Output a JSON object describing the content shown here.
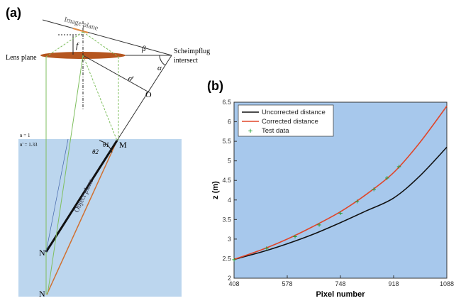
{
  "panel_a": {
    "label": "(a)",
    "image_plane": "Image plane",
    "lens_plane": "Lens plane",
    "scheimpflug_1": "Scheimpflug",
    "scheimpflug_2": "intersect",
    "f": "f",
    "beta": "β",
    "alpha": "α",
    "d": "d",
    "O": "O",
    "M": "M",
    "N_prime": "N'",
    "N": "N",
    "n_air": "n = 1",
    "n_water": "n' = 1.33",
    "theta1": "θ1",
    "theta2": "θ2",
    "object_plane": "Object plane",
    "colors": {
      "water": "#bcd6ee",
      "lens": "#b5561f",
      "ray": "#7fbf5f",
      "object": "#d07030"
    }
  },
  "panel_b": {
    "label": "(b)"
  },
  "chart_data": {
    "type": "line",
    "xlabel": "Pixel number",
    "ylabel": "z (m)",
    "xlim": [
      408,
      1088
    ],
    "ylim": [
      2,
      6.5
    ],
    "xticks": [
      408,
      578,
      748,
      918,
      1088
    ],
    "yticks": [
      2,
      2.5,
      3,
      3.5,
      4,
      4.5,
      5,
      5.5,
      6,
      6.5
    ],
    "background": "#a7c8ec",
    "legend_position": "top-left",
    "series": [
      {
        "name": "Uncorrected distance",
        "kind": "line",
        "color": "#111111",
        "x": [
          408,
          500,
          578,
          660,
          748,
          830,
          918,
          1000,
          1088
        ],
        "y": [
          2.48,
          2.68,
          2.88,
          3.12,
          3.42,
          3.72,
          4.05,
          4.6,
          5.35
        ]
      },
      {
        "name": "Corrected distance",
        "kind": "line",
        "color": "#e0462a",
        "x": [
          408,
          500,
          578,
          660,
          748,
          830,
          918,
          1000,
          1088
        ],
        "y": [
          2.48,
          2.74,
          3.0,
          3.32,
          3.7,
          4.14,
          4.7,
          5.45,
          6.4
        ]
      },
      {
        "name": "Test data",
        "kind": "scatter",
        "color": "#1a9a2a",
        "x": [
          408,
          512,
          603,
          680,
          748,
          801,
          855,
          897,
          935
        ],
        "y": [
          2.48,
          2.77,
          3.07,
          3.37,
          3.67,
          3.97,
          4.28,
          4.57,
          4.86
        ]
      }
    ]
  }
}
